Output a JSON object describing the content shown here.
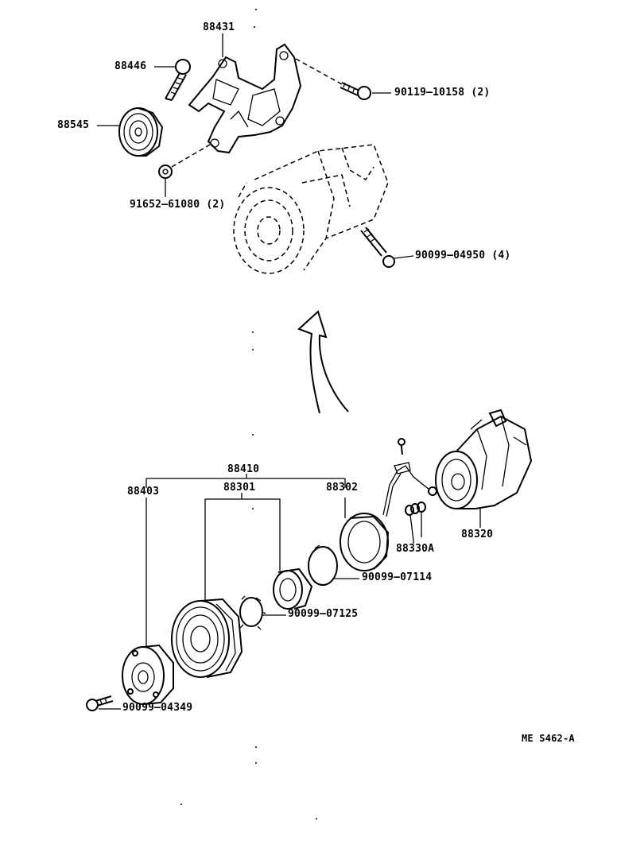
{
  "labels": {
    "p88431": "88431",
    "p88446": "88446",
    "p88545": "88545",
    "p90119": "90119–10158 (2)",
    "p91652": "91652–61080 (2)",
    "p90099_04950": "90099–04950 (4)",
    "p88410": "88410",
    "p88403": "88403",
    "p88301": "88301",
    "p88302": "88302",
    "p88320": "88320",
    "p88330A": "88330A",
    "p90099_07114": "90099–07114",
    "p90099_07125": "90099–07125",
    "p90099_04349": "90099–04349",
    "figure_code": "ME S462-A"
  }
}
